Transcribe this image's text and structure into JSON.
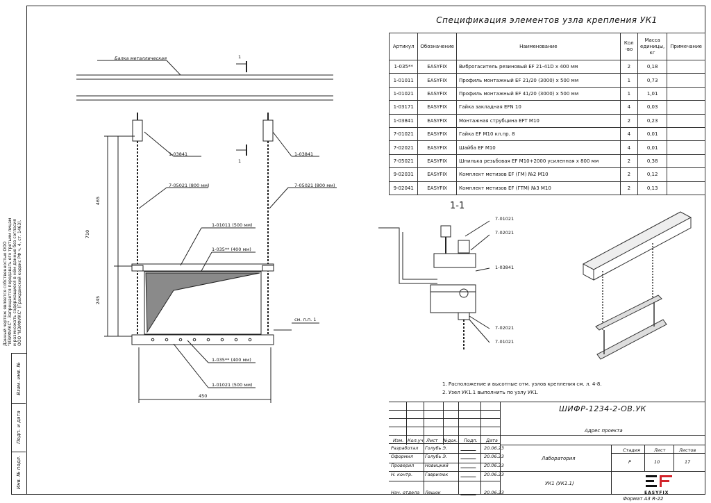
{
  "spec": {
    "title": "Спецификация элементов узла крепления УК1",
    "headers": [
      "Артикул",
      "Обозначение",
      "Наименование",
      "Кол -во",
      "Масса единицы, кг",
      "Примечание"
    ],
    "rows": [
      [
        "1-035**",
        "EASYFIX",
        "Виброгаситель резиновый EF 21-41D х 400 мм",
        "2",
        "0,18",
        ""
      ],
      [
        "1-01011",
        "EASYFIX",
        "Профиль монтажный EF 21/20 (3000) х 500 мм",
        "1",
        "0,73",
        ""
      ],
      [
        "1-01021",
        "EASYFIX",
        "Профиль монтажный EF 41/20 (3000) х 500 мм",
        "1",
        "1,01",
        ""
      ],
      [
        "1-03171",
        "EASYFIX",
        "Гайка закладная EFN 10",
        "4",
        "0,03",
        ""
      ],
      [
        "1-03841",
        "EASYFIX",
        "Монтажная струбцина EFT M10",
        "2",
        "0,23",
        ""
      ],
      [
        "7-01021",
        "EASYFIX",
        "Гайка EF M10 кл.пр. 8",
        "4",
        "0,01",
        ""
      ],
      [
        "7-02021",
        "EASYFIX",
        "Шайба EF M10",
        "4",
        "0,01",
        ""
      ],
      [
        "7-05021",
        "EASYFIX",
        "Шпилька резьбовая EF M10+2000 усиленная х 800 мм",
        "2",
        "0,38",
        ""
      ],
      [
        "9-02031",
        "EASYFIX",
        "Комплект метизов EF (ГМ) №2 М10",
        "2",
        "0,12",
        ""
      ],
      [
        "9-02041",
        "EASYFIX",
        "Комплект метизов EF (ГТМ) №3 М10",
        "2",
        "0,13",
        ""
      ]
    ]
  },
  "notes": [
    "1. Расположение и высотные отм. узлов крепления см. л. 4-8.",
    "2. Узел УК1.1 выполнить по узлу УК1."
  ],
  "drawing": {
    "beam_label": "Балка металлическая",
    "section_mark": "1",
    "section_title": "1-1",
    "left_labels": {
      "clamp_l": "1-03841",
      "clamp_r": "1-03841",
      "rod_l": "7-05021 (800 мм)",
      "rod_r": "7-05021 (800 мм)",
      "profile_top": "1-01011 (500 мм)",
      "damper_top": "1-035** (400 мм)",
      "damper_bottom": "1-035** (400 мм)",
      "profile_bottom": "1-01021 (500 мм)",
      "dim_465": "465",
      "dim_710": "710",
      "dim_245": "245",
      "dim_450": "450",
      "mark_ref": "см. п.п. 1"
    },
    "section_labels": [
      "7-01021",
      "7-02021",
      "1-03841",
      "7-02021",
      "7-01021"
    ]
  },
  "side_strip": [
    "Взам. инв. №",
    "Подп. и дата",
    "Инв. № подл."
  ],
  "vertical_note": "Данный чертеж является собственностью ООО \"ИЗИФИКС\". Запрещается передавать его третьим лицам и размножать содержащиеся в нём данные без согласия ООО \"ИЗИФИКС\" (Гражданский кодекс РФ ч. 4, ст. 1463).",
  "title_block": {
    "code": "ШИФР-1234-2-ОВ.УК",
    "address": "Адрес проекта",
    "cols": [
      "Изм.",
      "Кол.уч.",
      "Лист",
      "№док.",
      "Подп.",
      "Дата"
    ],
    "people": [
      {
        "role": "Разработал",
        "name": "Голубь Э.",
        "date": "20.06.23"
      },
      {
        "role": "Оформил",
        "name": "Голубь Э.",
        "date": "20.06.23"
      },
      {
        "role": "Проверил",
        "name": "Новицкий",
        "date": "20.06.23"
      },
      {
        "role": "Н. контр.",
        "name": "Гаврилюк",
        "date": "20.06.23"
      },
      {
        "role": "Нач. отдела",
        "name": "Лешок",
        "date": "20.06.23"
      }
    ],
    "stage_label": "Стадия",
    "sheet_label": "Лист",
    "sheets_label": "Листов",
    "stage": "Р",
    "sheet": "10",
    "sheets": "17",
    "org": "Лаборатория",
    "node": "УК1 (УК1.1)",
    "logo_text": "EASYFIX"
  },
  "format": "Формат А3   R-22"
}
